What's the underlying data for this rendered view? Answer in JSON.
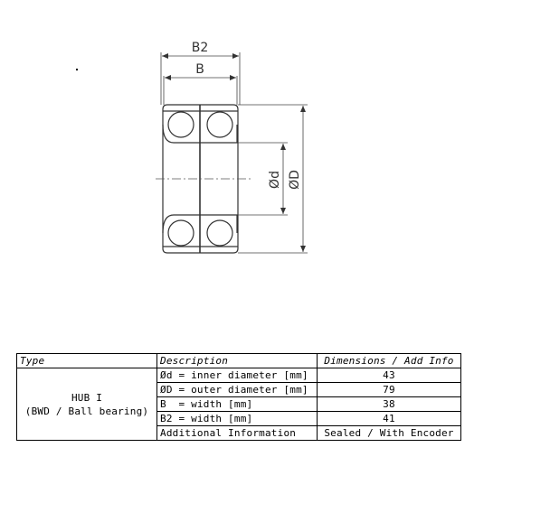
{
  "drawing": {
    "labels": {
      "B2": "B2",
      "B": "B",
      "d": "Ød",
      "D": "ØD"
    }
  },
  "table": {
    "headers": {
      "type": "Type",
      "description": "Description",
      "dimensions": "Dimensions / Add Info"
    },
    "type_line1": "HUB I",
    "type_line2": "(BWD / Ball bearing)",
    "rows": [
      {
        "description": "Ød = inner diameter [mm]",
        "value": "43"
      },
      {
        "description": "ØD = outer diameter [mm]",
        "value": "79"
      },
      {
        "description": "B  = width [mm]",
        "value": "38"
      },
      {
        "description": "B2 = width [mm]",
        "value": "41"
      },
      {
        "description": "Additional Information",
        "value": "Sealed / With Encoder"
      }
    ]
  }
}
